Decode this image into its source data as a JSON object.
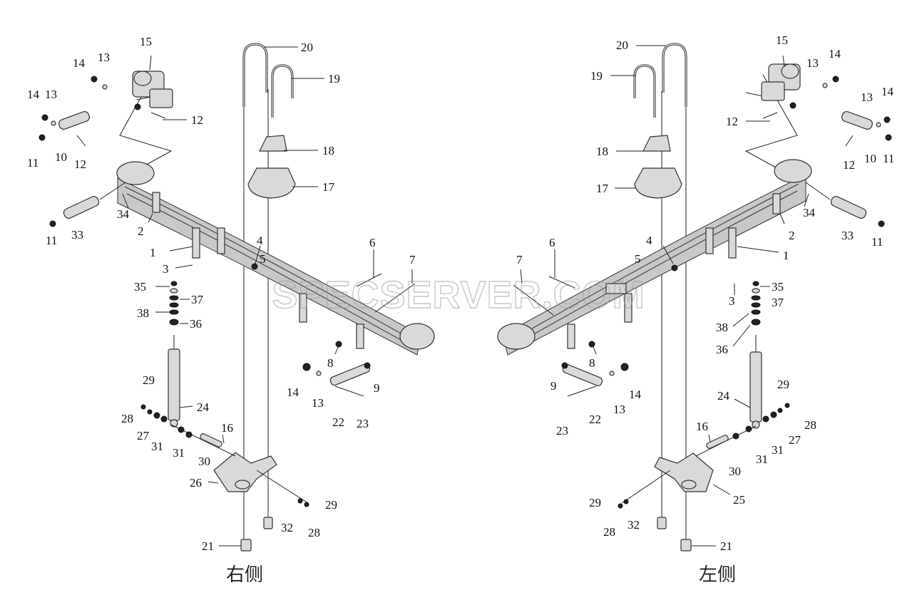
{
  "watermark": "SPECSERVER.COM",
  "captions": {
    "right_side": "右侧",
    "left_side": "左侧"
  },
  "right_view_callouts": [
    "20",
    "19",
    "15",
    "14",
    "13",
    "14",
    "13",
    "12",
    "11",
    "10",
    "12",
    "18",
    "17",
    "34",
    "11",
    "33",
    "2",
    "4",
    "5",
    "1",
    "3",
    "6",
    "7",
    "35",
    "37",
    "38",
    "36",
    "8",
    "9",
    "14",
    "13",
    "22",
    "23",
    "24",
    "29",
    "28",
    "27",
    "31",
    "31",
    "30",
    "16",
    "26",
    "29",
    "32",
    "28",
    "21"
  ],
  "left_view_callouts": [
    "20",
    "19",
    "15",
    "14",
    "13",
    "13",
    "14",
    "12",
    "12",
    "10",
    "11",
    "18",
    "17",
    "34",
    "33",
    "11",
    "2",
    "4",
    "5",
    "1",
    "7",
    "6",
    "35",
    "3",
    "37",
    "38",
    "36",
    "8",
    "9",
    "14",
    "13",
    "22",
    "23",
    "24",
    "29",
    "28",
    "27",
    "31",
    "31",
    "16",
    "30",
    "25",
    "29",
    "32",
    "28",
    "21"
  ]
}
